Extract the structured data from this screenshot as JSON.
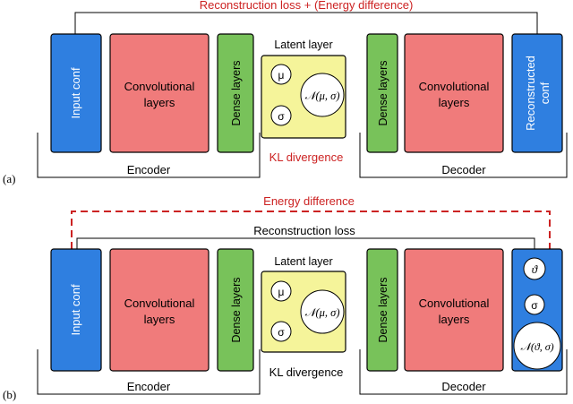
{
  "colors": {
    "blue": "#2f7fe0",
    "red": "#f07b7b",
    "green": "#78c25a",
    "yellow": "#f5f49a",
    "accent_red": "#cc2222",
    "stroke": "#000000"
  },
  "panel_a": {
    "marker": "(a)",
    "top_label": "Reconstruction loss + (Energy difference)",
    "input": "Input conf",
    "enc_conv": [
      "Convolutional",
      "layers"
    ],
    "enc_dense": "Dense layers",
    "latent_title": "Latent layer",
    "mu": "μ",
    "sigma": "σ",
    "normal": "𝒩(μ, σ)",
    "kl": "KL divergence",
    "dec_dense": "Dense layers",
    "dec_conv": [
      "Convolutional",
      "layers"
    ],
    "output": [
      "Reconstructed",
      "conf"
    ],
    "encoder": "Encoder",
    "decoder": "Decoder"
  },
  "panel_b": {
    "marker": "(b)",
    "energy_label": "Energy difference",
    "recon_label": "Reconstruction loss",
    "input": "Input conf",
    "enc_conv": [
      "Convolutional",
      "layers"
    ],
    "enc_dense": "Dense layers",
    "latent_title": "Latent layer",
    "mu": "μ",
    "sigma": "σ",
    "normal": "𝒩(μ, σ)",
    "kl": "KL divergence",
    "dec_dense": "Dense layers",
    "dec_conv": [
      "Convolutional",
      "layers"
    ],
    "out_theta": "ϑ",
    "out_sigma": "σ",
    "out_normal": "𝒩(ϑ, σ)",
    "encoder": "Encoder",
    "decoder": "Decoder"
  }
}
